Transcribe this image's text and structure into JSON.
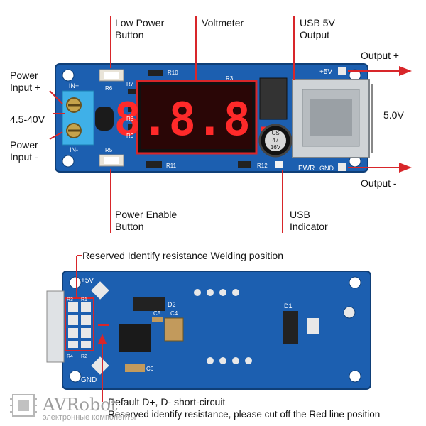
{
  "top_labels": {
    "low_power_button": "Low Power\nButton",
    "voltmeter": "Voltmeter",
    "usb_5v_output": "USB 5V\nOutput",
    "power_input_plus": "Power\nInput +",
    "input_range": "4.5-40V",
    "power_input_minus": "Power\nInput -",
    "output_plus": "Output +",
    "output_voltage": "5.0V",
    "output_minus": "Output -",
    "power_enable_button": "Power Enable\nButton",
    "usb_indicator": "USB\nIndicator"
  },
  "pcb_silkscreen": {
    "in_plus": "IN+",
    "in_minus": "IN-",
    "plus_5v": "+5V",
    "pwr": "PWR",
    "gnd": "GND",
    "r10": "R10",
    "r3": "R3",
    "r6": "R6",
    "r7": "R7",
    "r8": "R8",
    "r9": "R9",
    "r5": "R5",
    "r11": "R11",
    "r12": "R12",
    "cap": "CS\n47\n16V",
    "bottom_plus5v": "+5V",
    "bottom_gnd": "GND",
    "r3b": "R3",
    "r1b": "R1",
    "r4b": "R4",
    "r2b": "R2",
    "d2": "D2",
    "c4": "C4",
    "c5": "C5",
    "c6": "C6",
    "d1": "D1"
  },
  "display_digits": "8.8.8.",
  "bottom_notes": {
    "reserved": "Reserved Identify resistance Welding position",
    "default_line1": "Default D+, D- short-circuit",
    "default_line2": "Reserved identify resistance, please cut off the Red line position"
  },
  "watermark": {
    "brand": "AVRobot",
    "sub": "электронные компоненты"
  },
  "colors": {
    "pcb": "#1c5fb0",
    "pcb_dark": "#14488c",
    "accent_red": "#d8262a",
    "terminal": "#3fb0e8"
  }
}
